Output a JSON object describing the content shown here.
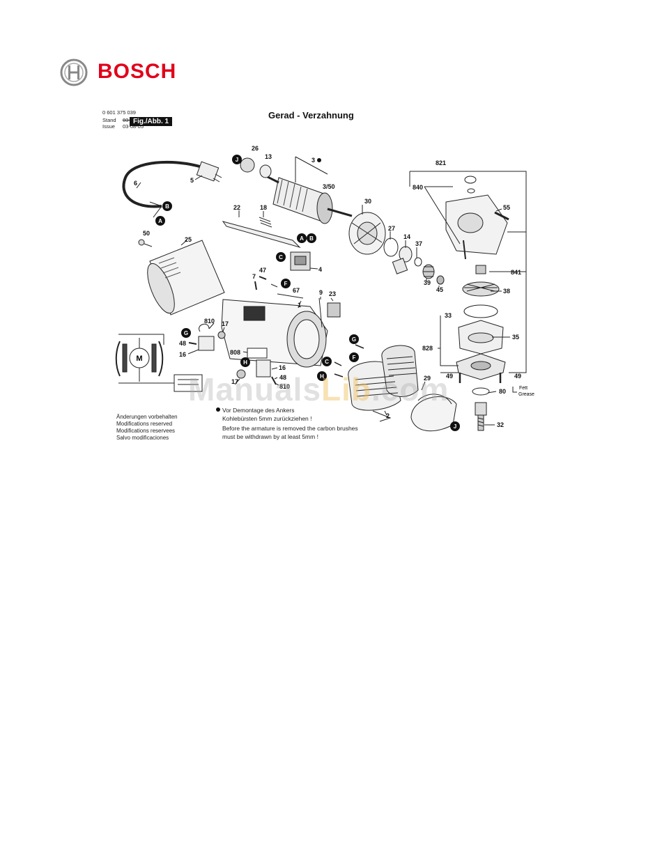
{
  "brand": {
    "name": "BOSCH",
    "logo_icon": "bosch-armature-logo-icon",
    "color": "#e2001a"
  },
  "header": {
    "part_number": "0 601 375 039",
    "stand_label": "Stand",
    "stand_value": "03-07",
    "issue_label": "Issue",
    "issue_value": "03-08-05",
    "fig_label": "Fig./Abb. 1",
    "title": "Gerad - Verzahnung"
  },
  "callouts": {
    "A": "A",
    "B": "B",
    "C": "C",
    "F": "F",
    "G": "G",
    "H": "H",
    "J": "J"
  },
  "part_numbers": {
    "p1": "1",
    "p2": "2",
    "p3": "3",
    "p3_50": "3/50",
    "p4": "4",
    "p5": "5",
    "p6": "6",
    "p7": "7",
    "p9": "9",
    "p13": "13",
    "p14": "14",
    "p16a": "16",
    "p16b": "16",
    "p17a": "17",
    "p17b": "17",
    "p18": "18",
    "p22": "22",
    "p23": "23",
    "p25": "25",
    "p26": "26",
    "p27": "27",
    "p29": "29",
    "p30": "30",
    "p32": "32",
    "p33": "33",
    "p35": "35",
    "p37": "37",
    "p38": "38",
    "p39": "39",
    "p45": "45",
    "p47": "47",
    "p48a": "48",
    "p48b": "48",
    "p49a": "49",
    "p49b": "49",
    "p50": "50",
    "p55": "55",
    "p67": "67",
    "p80": "80",
    "p808": "808",
    "p810a": "810",
    "p810b": "810",
    "p821": "821",
    "p828": "828",
    "p840": "840",
    "p841": "841"
  },
  "motor_symbol": "M",
  "grease": {
    "de": "Fett",
    "en": "Grease"
  },
  "notes_left": [
    "Änderungen vorbehalten",
    "Modifications reserved",
    "Modifications reservees",
    "Salvo modificaciones"
  ],
  "notes_right": [
    "Vor Demontage des Ankers",
    "Kohlebürsten 5mm zurückziehen !",
    "Before the armature is removed the carbon brushes",
    "must be withdrawn by at least 5mm !"
  ],
  "watermark": {
    "part1": "Manuals",
    "part2": "Lib",
    "part3": ".com"
  }
}
